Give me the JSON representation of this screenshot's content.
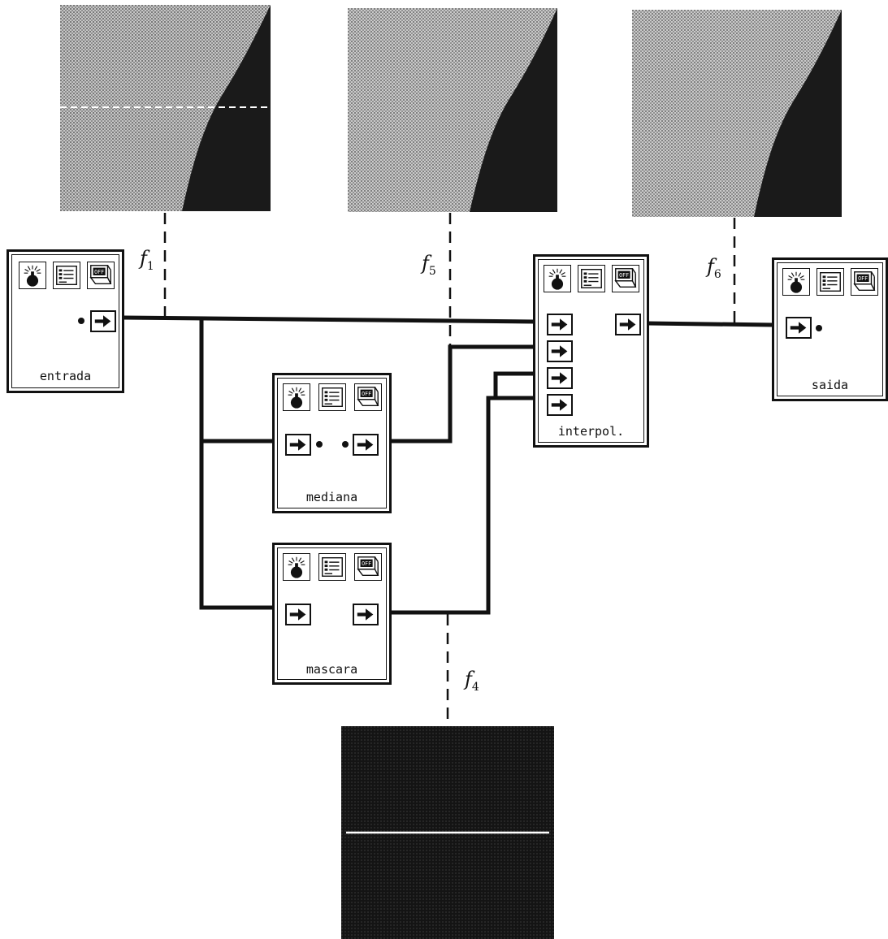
{
  "nodes": {
    "entrada": {
      "label": "entrada"
    },
    "mediana": {
      "label": "mediana"
    },
    "mascara": {
      "label": "mascara"
    },
    "interpol": {
      "label": "interpol."
    },
    "saida": {
      "label": "saida"
    }
  },
  "icons": {
    "run": "bomb-icon",
    "params": "panel-icon",
    "toggle": "off-switch-icon",
    "port": "arrow-right-icon"
  },
  "probes": {
    "f1": {
      "letter": "f",
      "sub": "1"
    },
    "f5": {
      "letter": "f",
      "sub": "5"
    },
    "f6": {
      "letter": "f",
      "sub": "6"
    },
    "f4": {
      "letter": "f",
      "sub": "4"
    }
  },
  "colors": {
    "line": "#111111",
    "image_light": "#b5b5b5",
    "image_dark": "#1a1a1a"
  }
}
